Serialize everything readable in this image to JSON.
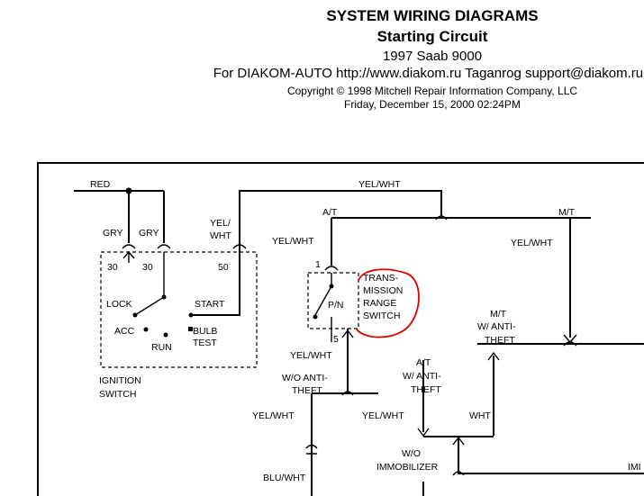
{
  "header": {
    "title": "SYSTEM WIRING DIAGRAMS",
    "subtitle": "Starting Circuit",
    "vehicle": "1997 Saab 9000",
    "source_line": "For DIAKOM-AUTO http://www.diakom.ru Taganrog support@diakom.ru (",
    "copyright": "Copyright © 1998 Mitchell Repair Information Company, LLC",
    "timestamp": "Friday, December 15, 2000  02:24PM"
  },
  "diagram": {
    "wires": {
      "red": "RED",
      "gry1": "GRY",
      "gry2": "GRY",
      "yel_wht_top": "YEL/WHT",
      "yel_wht_sw_a": "YEL/",
      "yel_wht_sw_b": "WHT",
      "at": "A/T",
      "mt": "M/T",
      "yel_wht_trs": "YEL/WHT",
      "yel_wht_right": "YEL/WHT",
      "yel_wht_below_trs": "YEL/WHT",
      "yel_wht_left": "YEL/WHT",
      "yel_wht_mid": "YEL/WHT",
      "wht": "WHT",
      "blu_wht": "BLU/WHT"
    },
    "ignition_switch": {
      "pin30a": "30",
      "pin30b": "30",
      "pin50": "50",
      "lock": "LOCK",
      "start": "START",
      "acc": "ACC",
      "run": "RUN",
      "bulb": "BULB",
      "test": "TEST",
      "label1": "IGNITION",
      "label2": "SWITCH"
    },
    "trs": {
      "pin1": "1",
      "pin5": "5",
      "pn": "P/N",
      "l1": "TRANS-",
      "l2": "MISSION",
      "l3": "RANGE",
      "l4": "SWITCH"
    },
    "options": {
      "mt_anti1": "M/T",
      "mt_anti2": "W/ ANTI-",
      "mt_anti3": "THEFT",
      "wo_anti1": "W/O ANTI-",
      "wo_anti2": "THEFT",
      "at_anti1": "A/T",
      "at_anti2": "W/ ANTI-",
      "at_anti3": "THEFT",
      "wo_immob1": "W/O",
      "wo_immob2": "IMMOBILIZER",
      "imm_cut": "IMI"
    },
    "annotation_color": "#e00000"
  }
}
